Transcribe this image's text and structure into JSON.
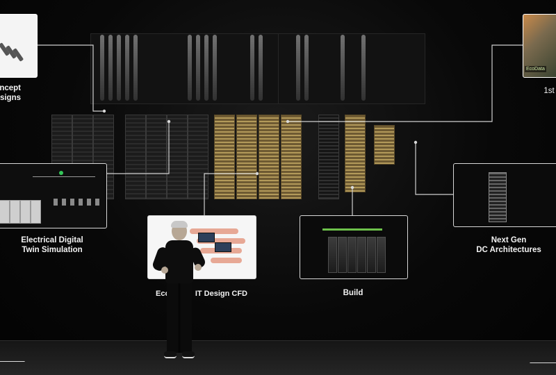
{
  "labels": {
    "concept_line1": "ncept",
    "concept_line2": "signs",
    "first": "1st",
    "electrical_line1": "Electrical Digital",
    "electrical_line2": "Twin Simulation",
    "cfd": "Eco            IT Design CFD",
    "build": "Build",
    "nextgen_line1": "Next Gen",
    "nextgen_line2": "DC Architectures"
  },
  "badge_text": "EcoData",
  "colors": {
    "background": "#050505",
    "box_border": "#d8d8d8",
    "accent_green": "#6dc24b",
    "rack_gold": "#b39a5a"
  }
}
